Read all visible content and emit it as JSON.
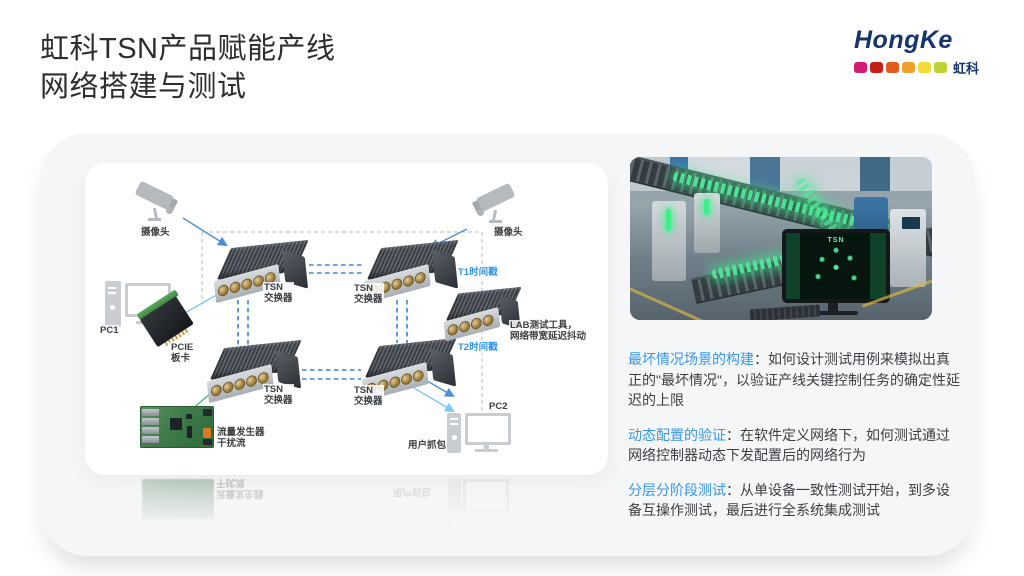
{
  "header": {
    "title_line1": "虹科TSN产品赋能产线",
    "title_line2": "网络搭建与测试",
    "logo_text": "HongKe",
    "logo_cn": "虹科"
  },
  "logo_colors": [
    "#d31d70",
    "#c32019",
    "#e25a1c",
    "#f0a02c",
    "#f3dc3a",
    "#bdd333"
  ],
  "diagram": {
    "camera1_label": "摄像头",
    "camera2_label": "摄像头",
    "switch_line1": "TSN",
    "switch_line2": "交换器",
    "t1_label": "T1时间戳",
    "t2_label": "T2时间戳",
    "lab_line1": "LAB测试工具，",
    "lab_line2": "网络带宽延迟抖动",
    "pc1_label": "PC1",
    "pcie_line1": "PCIE",
    "pcie_line2": "板卡",
    "traffic_line1": "流量发生器",
    "traffic_line2": "干扰流",
    "capture_label": "用户抓包",
    "pc2_label": "PC2"
  },
  "photo": {
    "screen_label": "TSN"
  },
  "notes": [
    {
      "lead": "最坏情况场景的构建",
      "body": "：如何设计测试用例来模拟出真正的\"最坏情况\"，以验证产线关键控制任务的确定性延迟的上限"
    },
    {
      "lead": "动态配置的验证",
      "body": "：在软件定义网络下，如何测试通过网络控制器动态下发配置后的网络行为"
    },
    {
      "lead": "分层分阶段测试",
      "body": "：从单设备一致性测试开始，到多设备互操作测试，最后进行全系统集成测试"
    }
  ],
  "colors": {
    "accent_blue": "#3896ec",
    "link_dash_blue": "#3b82d8",
    "arrow_blue": "#4a90d9",
    "arrow_light_blue": "#7ec8f5",
    "arrow_green": "#43b97e",
    "brand_navy": "#16356e",
    "stage_gray": "#f5f6f7"
  }
}
